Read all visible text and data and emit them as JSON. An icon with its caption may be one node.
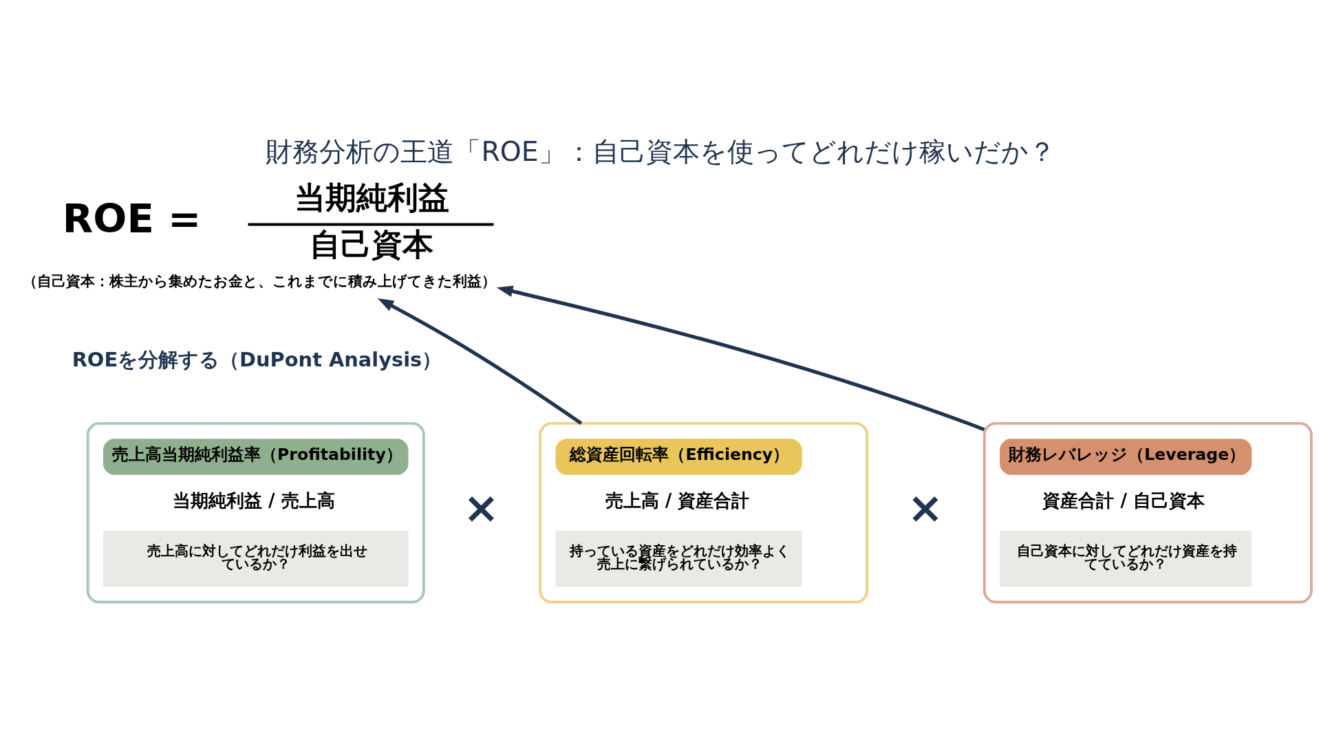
{
  "diagram": {
    "title": "財務分析の王道「ROE」：自己資本を使ってどれだけ稼いだか？",
    "nodes": [
      {
        "text": [
          "ROE =",
          "当期純利益",
          "自己資本",
          "（自己資本：株主から集めたお金と、これまでに積み上げてきた利益）"
        ]
      },
      {
        "text": [
          "売上高当期純利益率（Profitability）",
          "当期純利益 / 売上高",
          "売上高に対してどれだけ利益を出せているか？"
        ]
      },
      {
        "text": [
          "総資産回転率（Efficiency）",
          "売上高 / 資産合計",
          "持っている資産をどれだけ効率よく売上に繋げられているか？"
        ]
      },
      {
        "text": [
          "財務レバレッジ（Leverage）",
          "資産合計 / 自己資本",
          "自己資本に対してどれだけ資産を持てているか？"
        ]
      }
    ],
    "edges": [
      {
        "from": 2,
        "to": 0,
        "arrow": "to"
      },
      {
        "from": 3,
        "to": 0,
        "arrow": "to"
      }
    ],
    "labels": [
      "ROEを分解する（DuPont Analysis）",
      "×",
      "×"
    ]
  }
}
